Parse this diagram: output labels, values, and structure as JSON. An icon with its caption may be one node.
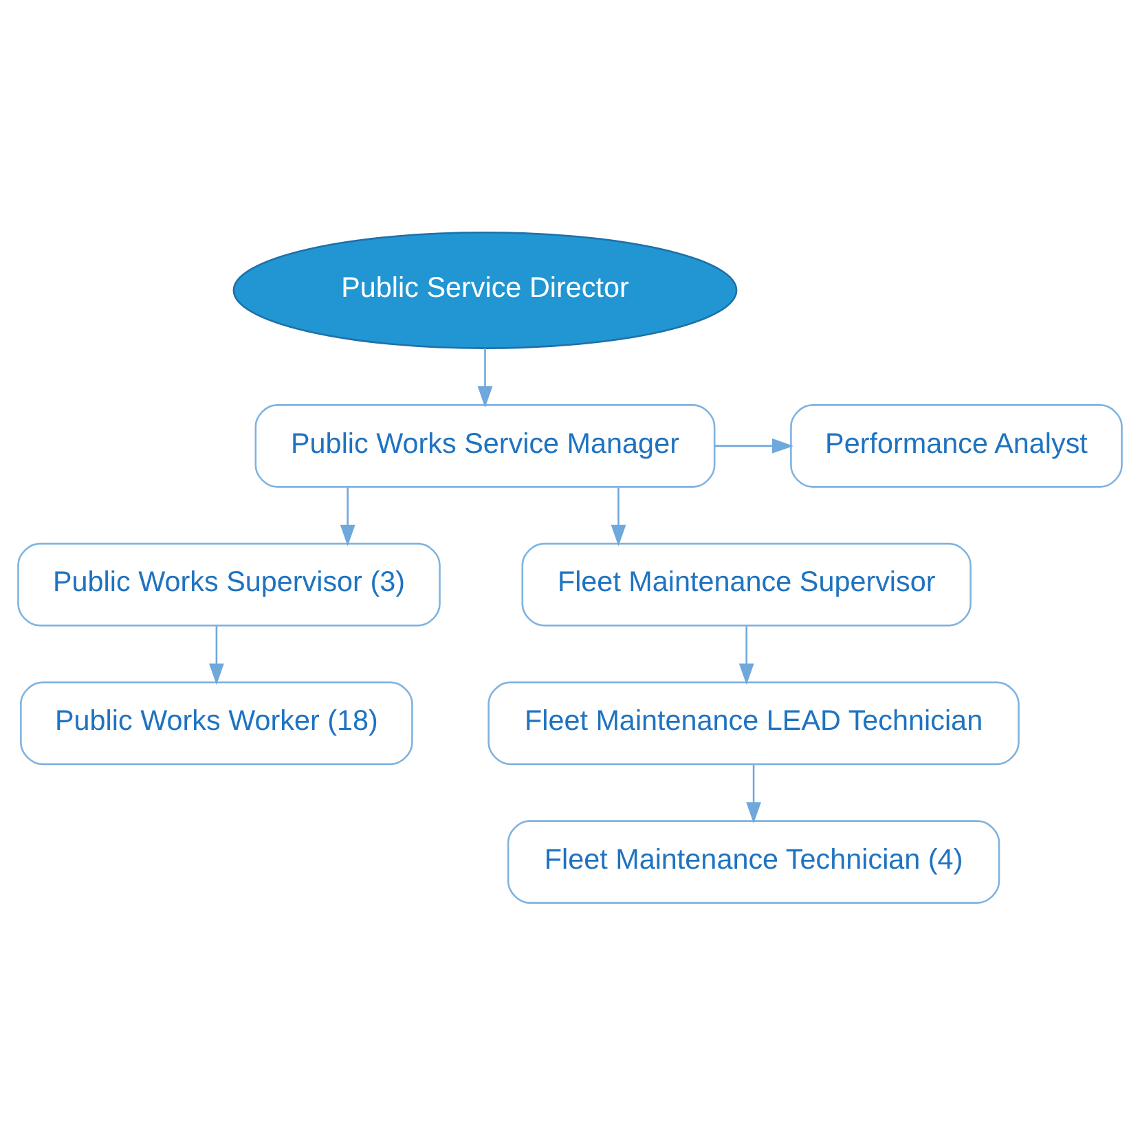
{
  "diagram": {
    "nodes": [
      {
        "text": [
          "Public Service Director"
        ]
      },
      {
        "text": [
          "Public Works Service Manager"
        ]
      },
      {
        "text": [
          "Performance Analyst"
        ]
      },
      {
        "text": [
          "Public Works Supervisor (3)"
        ]
      },
      {
        "text": [
          "Fleet Maintenance Supervisor"
        ]
      },
      {
        "text": [
          "Public Works Worker (18)"
        ]
      },
      {
        "text": [
          "Fleet Maintenance LEAD Technician"
        ]
      },
      {
        "text": [
          "Fleet Maintenance Technician (4)"
        ]
      }
    ],
    "edges": [
      {
        "from": 0,
        "to": 1,
        "arrow": "to"
      },
      {
        "from": 1,
        "to": 2,
        "arrow": "to"
      },
      {
        "from": 1,
        "to": 3,
        "arrow": "to"
      },
      {
        "from": 1,
        "to": 4,
        "arrow": "to"
      },
      {
        "from": 3,
        "to": 5,
        "arrow": "to"
      },
      {
        "from": 4,
        "to": 6,
        "arrow": "to"
      },
      {
        "from": 6,
        "to": 7,
        "arrow": "to"
      }
    ]
  }
}
